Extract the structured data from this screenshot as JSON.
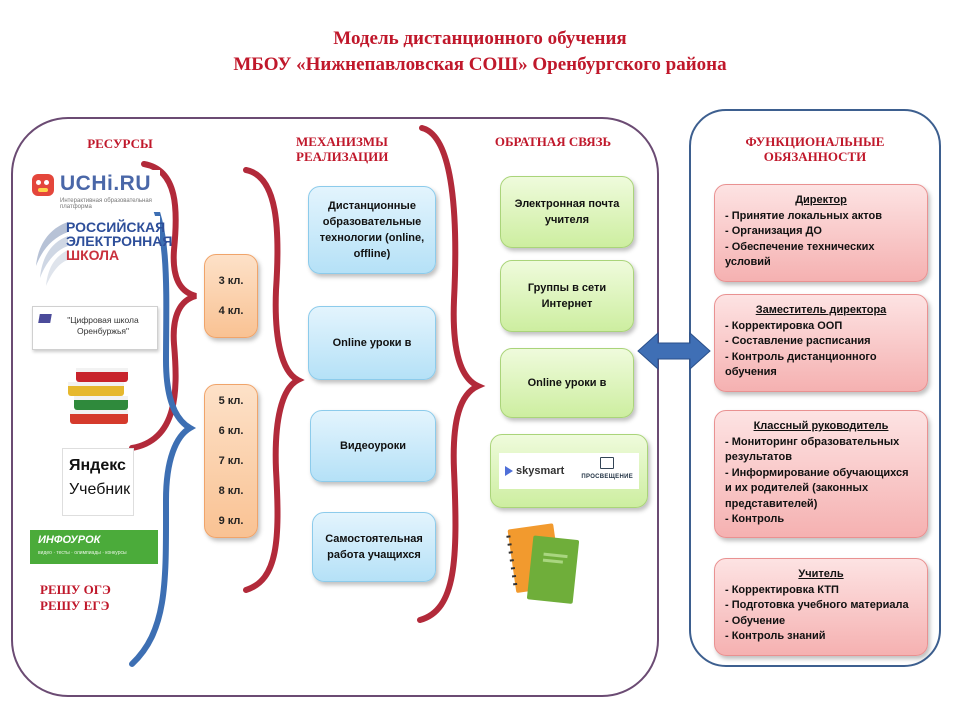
{
  "title": {
    "line1": "Модель дистанционного обучения",
    "line2": "МБОУ «Нижнепавловская СОШ» Оренбургского района"
  },
  "columns": {
    "resources": "РЕСУРСЫ",
    "mechanisms_1": "МЕХАНИЗМЫ",
    "mechanisms_2": "РЕАЛИЗАЦИИ",
    "feedback": "ОБРАТНАЯ СВЯЗЬ",
    "duties_1": "ФУНКЦИОНАЛЬНЫЕ",
    "duties_2": "ОБЯЗАННОСТИ"
  },
  "resources": {
    "uchi": "UCHi.RU",
    "uchi_sub": "Интерактивная образовательная платформа",
    "resh_1": "РОССИЙСКАЯ",
    "resh_2": "ЭЛЕКТРОННАЯ",
    "resh_3": "ШКОЛА",
    "cifra": "\"Цифровая школа Оренбуржья\"",
    "yandex_1": "Яндекс",
    "yandex_2": "Учебник",
    "infourok": "ИНФОУРОК",
    "infourok_sub": "видео · тесты · олимпиады · конкурсы",
    "reshu_oge": "РЕШУ ОГЭ",
    "reshu_ege": "РЕШУ ЕГЭ"
  },
  "grades": {
    "group1": [
      "3 кл.",
      "4 кл."
    ],
    "group2": [
      "5 кл.",
      "6 кл.",
      "7 кл.",
      "8 кл.",
      "9 кл."
    ]
  },
  "mechanisms": [
    "Дистанционные образовательные технологии (online, offline)",
    "Online уроки в",
    "Видеоуроки",
    "Самостоятельная работа учащихся"
  ],
  "feedback": {
    "items": [
      "Электронная почта учителя",
      "Группы в сети Интернет",
      "Online уроки в"
    ],
    "skysmart": "skysmart",
    "prosv": "ПРОСВЕЩЕНИЕ"
  },
  "duties": [
    {
      "head": "Директор",
      "lines": [
        "- Принятие локальных актов",
        "- Организация ДО",
        "- Обеспечение технических условий"
      ]
    },
    {
      "head": "Заместитель директора",
      "lines": [
        "- Корректировка ООП",
        "- Составление расписания",
        "- Контроль дистанционного обучения"
      ]
    },
    {
      "head": "Классный руководитель",
      "lines": [
        "- Мониторинг образовательных результатов",
        "- Информирование обучающихся и их родителей (законных представителей)",
        "- Контроль"
      ]
    },
    {
      "head": "Учитель",
      "lines": [
        "- Корректировка КТП",
        "- Подготовка учебного материала",
        "- Обучение",
        "- Контроль знаний"
      ]
    }
  ],
  "colors": {
    "accent_red": "#c0182b",
    "frame": "#6b4b73",
    "brace_red": "#b22a3a",
    "brace_blue": "#3d6fb3",
    "arrow": "#3f6fb5"
  }
}
